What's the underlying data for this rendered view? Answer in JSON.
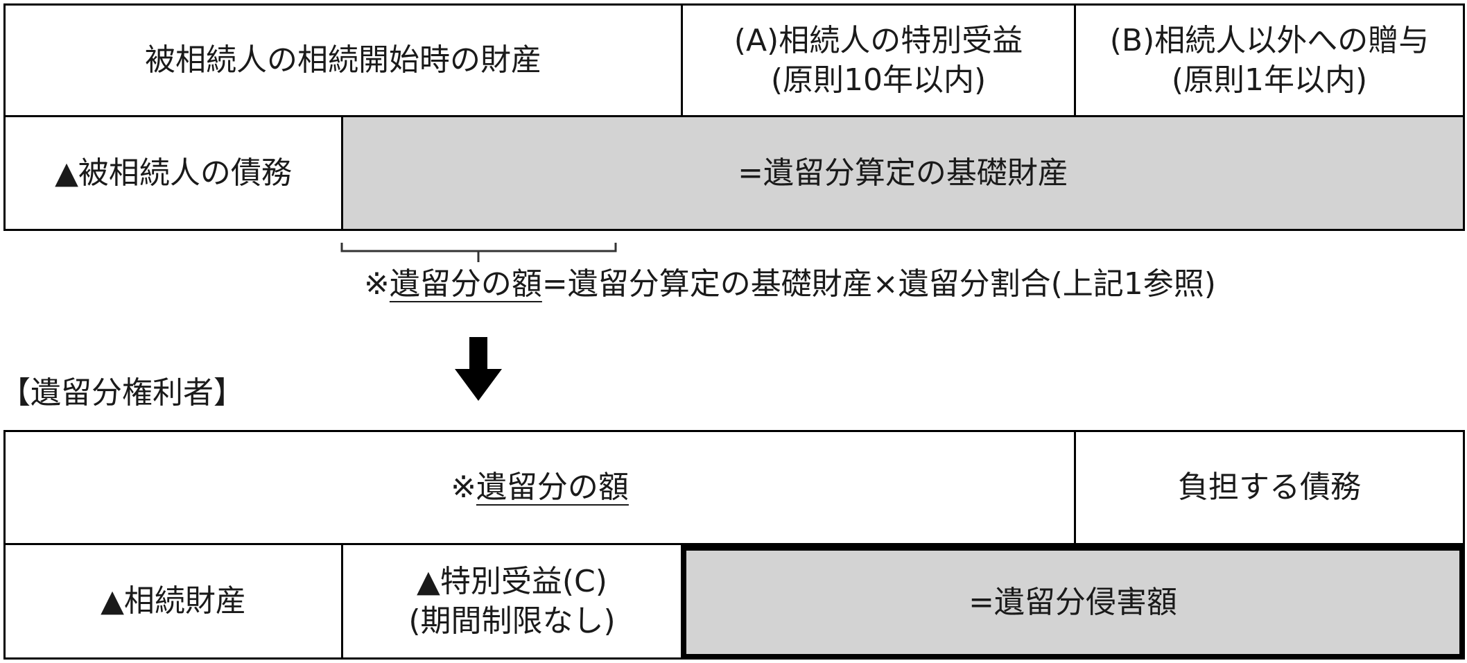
{
  "top_table": {
    "estate": "被相続人の相続開始時の財産",
    "a_gift_line1": "(A)相続人の特別受益",
    "a_gift_line2": "(原則10年以内)",
    "b_gift_line1": "(B)相続人以外への贈与",
    "b_gift_line2": "(原則1年以内)",
    "debt": "▲被相続人の債務",
    "basis": "=遺留分算定の基礎財産"
  },
  "formula": {
    "mark": "※",
    "amount": "遺留分の額",
    "rest": "=遺留分算定の基礎財産×遺留分割合(上記1参照)"
  },
  "section_label": "【遺留分権利者】",
  "bottom_table": {
    "amount_mark": "※",
    "amount": "遺留分の額",
    "burden_debt": "負担する債務",
    "inherited": "▲相続財産",
    "special_line1": "▲特別受益(C)",
    "special_line2": "(期間制限なし)",
    "infringement": "=遺留分侵害額"
  },
  "colors": {
    "highlight": "#d3d3d3",
    "border": "#000000"
  }
}
